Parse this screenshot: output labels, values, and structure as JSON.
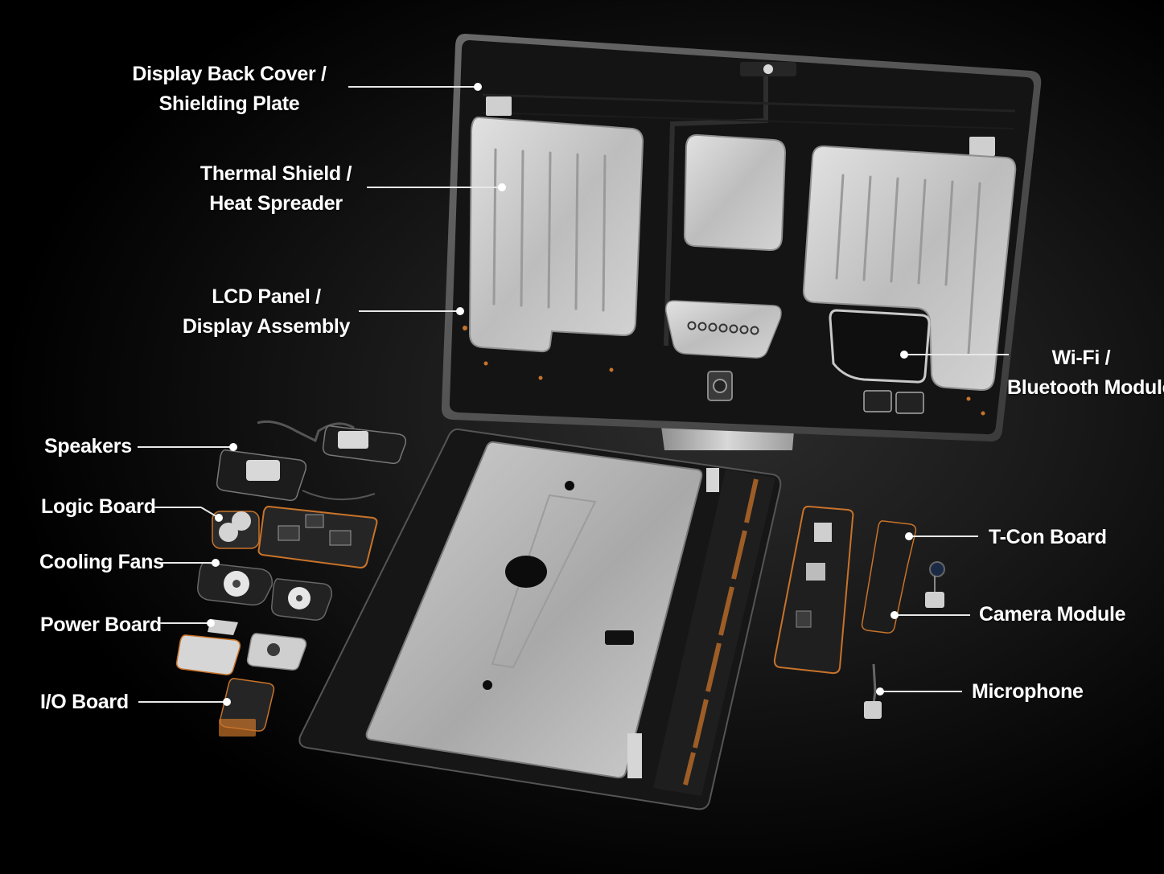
{
  "labels": {
    "display_back_cover": [
      "Display Back Cover /",
      "Shielding Plate"
    ],
    "thermal_shield": [
      "Thermal Shield /",
      "Heat Spreader"
    ],
    "lcd_panel": [
      "LCD Panel /",
      "Display Assembly"
    ],
    "wifi_bluetooth": [
      "Wi-Fi /",
      "Bluetooth Module"
    ],
    "speakers": "Speakers",
    "logic_board": "Logic Board",
    "cooling_fans": "Cooling Fans",
    "power_board": "Power Board",
    "io_board": "I/O Board",
    "tcon_board": "T-Con Board",
    "camera_module": "Camera Module",
    "microphone": "Microphone"
  },
  "colors": {
    "background": "#000000",
    "label_text": "#ffffff",
    "leader_line": "#e8e8e8",
    "metal_shield": "#c9c9c9",
    "chassis": "#121212",
    "pcb_accent": "#c8732a"
  }
}
